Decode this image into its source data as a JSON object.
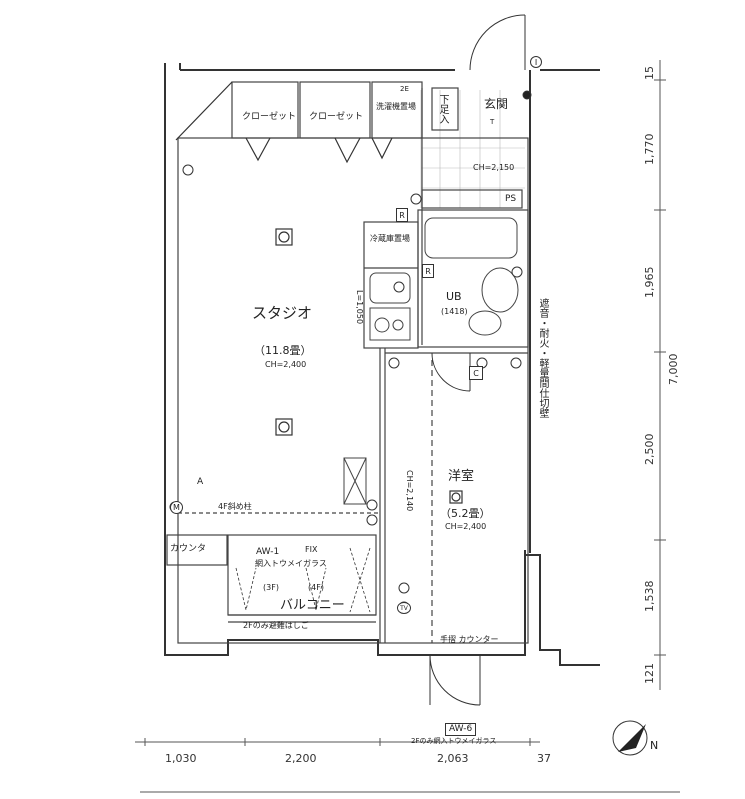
{
  "rooms": {
    "studio": "スタジオ",
    "studio_size": "（11.8畳）",
    "studio_ch": "CH=2,400",
    "western": "洋室",
    "western_size": "（5.2畳）",
    "western_ch": "CH=2,400",
    "ub": "UB",
    "ub_size": "(1418)",
    "entrance": "玄関",
    "shoe_box": "下足入",
    "entrance_ch": "CH=2,150",
    "balcony": "バルコニー",
    "closet1": "クローゼット",
    "closet2": "クローゼット",
    "washer": "洗濯機置場",
    "fridge": "冷蔵庫置場",
    "counter_left": "カウンタ",
    "counter_right": "手摺 カウンター",
    "ps": "PS",
    "ch_corridor": "CH=2,140",
    "l_label": "L=1,050"
  },
  "annotations": {
    "wall_note": "遮音・耐火・軽量間仕切壁",
    "pillar_note": "4F斜め柱",
    "aw1": "AW-1",
    "fix": "FIX",
    "aw1_glass": "網入トウメイガラス",
    "f3": "(3F)",
    "f4": "(4F)",
    "ladder_note": "2Fのみ避難はしご",
    "aw6": "AW-6",
    "aw6_glass": "2Fのみ網入トウメイガラス",
    "section_a": "A",
    "marker_r1": "R",
    "marker_r2": "R",
    "marker_c": "C",
    "marker_m": "M",
    "marker_i": "I",
    "marker_tv": "TV",
    "marker_2e": "2E",
    "marker_t": "T",
    "compass_n": "N"
  },
  "dimensions": {
    "bottom": [
      "1,030",
      "2,200",
      "2,063",
      "37"
    ],
    "right": [
      "15",
      "1,770",
      "1,965",
      "2,500",
      "1,538",
      "121"
    ],
    "right_total": "7,000"
  },
  "colors": {
    "line": "#333333",
    "grid": "#9a9a9a",
    "background": "#ffffff"
  }
}
